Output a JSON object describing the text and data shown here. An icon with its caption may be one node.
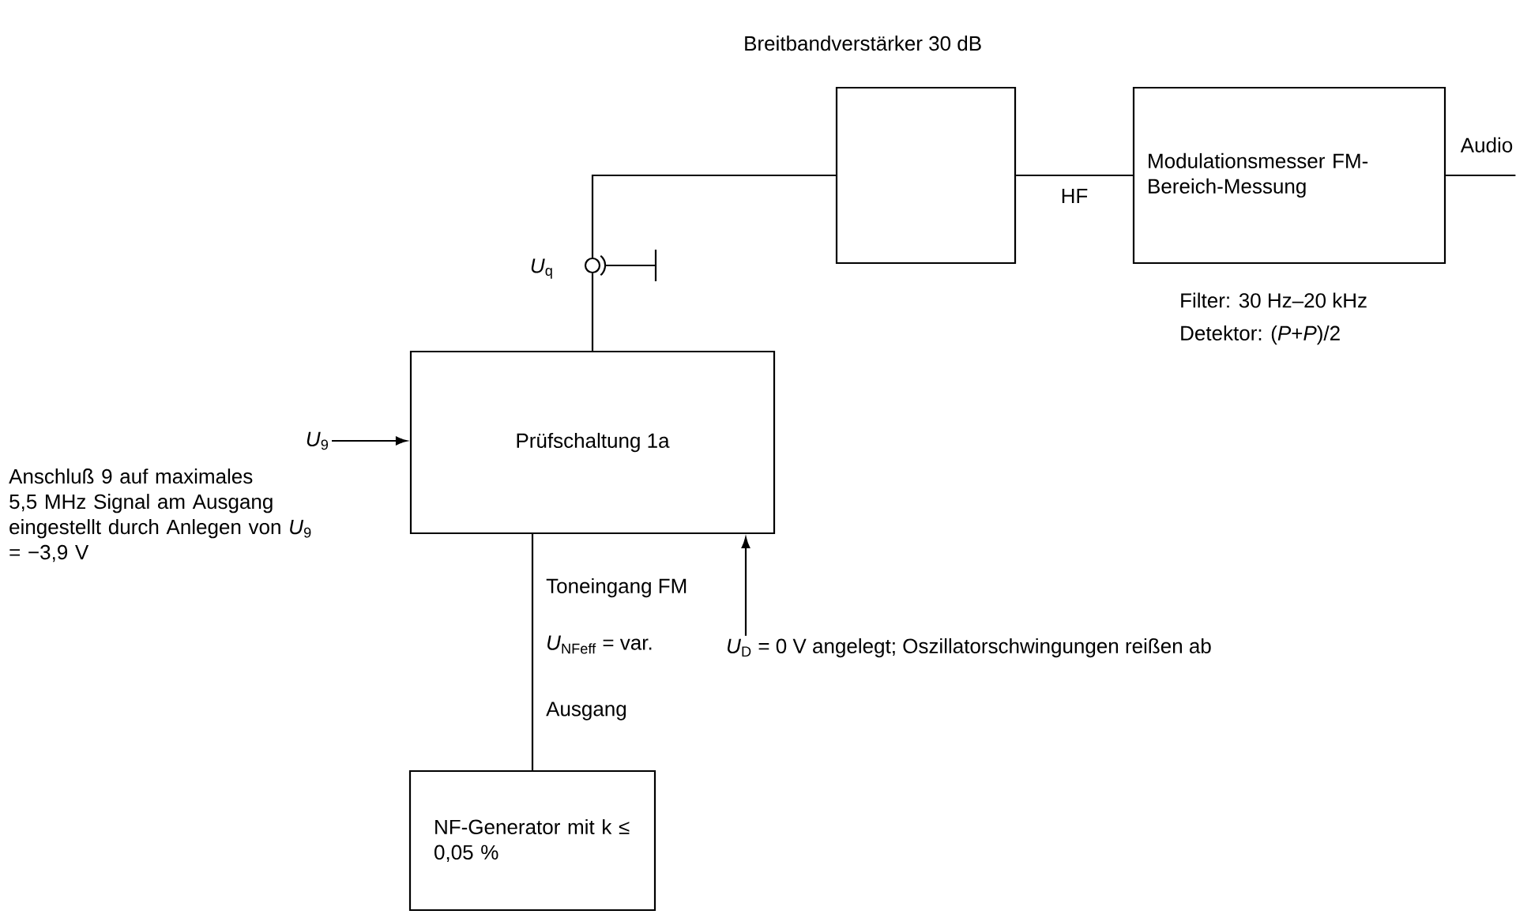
{
  "diagram": {
    "nodes": [
      {
        "text": [
          "Breitbandverstärker 30 dB"
        ]
      },
      {
        "text": [
          "Modulationsmesser FM-Bereich-Messung"
        ],
        "beside": [
          "Filter: 30 Hz–20 kHz",
          "Detektor: (*P*+*P*)/2"
        ]
      },
      {
        "text": [
          "Prüfschaltung 1a"
        ],
        "beside": [
          "Toneingang FM"
        ]
      },
      {
        "text": [
          "NF-Generator mit k ≤ 0,05 %"
        ],
        "beside": [
          "Ausgang"
        ]
      },
      {
        "text": [],
        "shape": "circle",
        "beside": [
          "*U*$_{q}$"
        ]
      },
      {
        "text": [
          "*U*$_{9}$"
        ]
      },
      {
        "text": [
          "Audio"
        ]
      },
      {
        "text": [
          "*U*$_{D}$ = 0 V angelegt; Oszillatorschwingungen reißen ab"
        ]
      }
    ],
    "edges": [
      {
        "from": 2,
        "to": 4,
        "arrow": "none"
      },
      {
        "from": 4,
        "to": 0,
        "arrow": "none"
      },
      {
        "from": 0,
        "to": 1,
        "arrow": "none",
        "label": "HF"
      },
      {
        "from": 1,
        "to": 6,
        "arrow": "none"
      },
      {
        "from": 5,
        "to": 2,
        "arrow": "to"
      },
      {
        "from": 7,
        "to": 2,
        "arrow": "to"
      },
      {
        "from": 3,
        "to": 2,
        "arrow": "none",
        "label": "*U*$_{NFeff}$ = var."
      }
    ],
    "labels": [
      "Anschluß 9 auf maximales 5,5 MHz Signal am Ausgang eingestellt durch Anlegen von *U*$_{9}$ = −3,9 V"
    ]
  }
}
